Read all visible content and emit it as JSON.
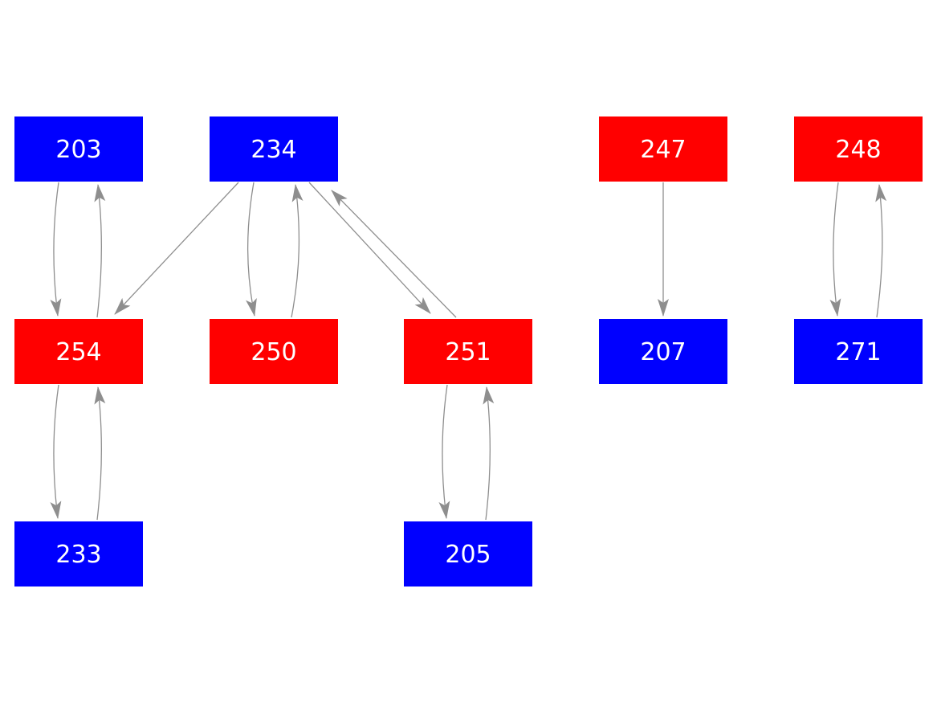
{
  "diagram": {
    "type": "directed-graph",
    "background_color": "#ffffff",
    "edge_color": "#8e8e8e",
    "label_text_color": "#ffffff",
    "node_colors": {
      "blue": "#0000ff",
      "red": "#ff0000"
    },
    "nodes": [
      {
        "id": "203",
        "label": "203",
        "color": "#0000ff"
      },
      {
        "id": "234",
        "label": "234",
        "color": "#0000ff"
      },
      {
        "id": "247",
        "label": "247",
        "color": "#ff0000"
      },
      {
        "id": "248",
        "label": "248",
        "color": "#ff0000"
      },
      {
        "id": "254",
        "label": "254",
        "color": "#ff0000"
      },
      {
        "id": "250",
        "label": "250",
        "color": "#ff0000"
      },
      {
        "id": "251",
        "label": "251",
        "color": "#ff0000"
      },
      {
        "id": "207",
        "label": "207",
        "color": "#0000ff"
      },
      {
        "id": "271",
        "label": "271",
        "color": "#0000ff"
      },
      {
        "id": "233",
        "label": "233",
        "color": "#0000ff"
      },
      {
        "id": "205",
        "label": "205",
        "color": "#0000ff"
      }
    ],
    "edges": [
      {
        "from": "203",
        "to": "254"
      },
      {
        "from": "254",
        "to": "203"
      },
      {
        "from": "234",
        "to": "254"
      },
      {
        "from": "234",
        "to": "250"
      },
      {
        "from": "250",
        "to": "234"
      },
      {
        "from": "234",
        "to": "251"
      },
      {
        "from": "251",
        "to": "234"
      },
      {
        "from": "254",
        "to": "233"
      },
      {
        "from": "233",
        "to": "254"
      },
      {
        "from": "251",
        "to": "205"
      },
      {
        "from": "205",
        "to": "251"
      },
      {
        "from": "247",
        "to": "207"
      },
      {
        "from": "248",
        "to": "271"
      },
      {
        "from": "271",
        "to": "248"
      }
    ]
  }
}
